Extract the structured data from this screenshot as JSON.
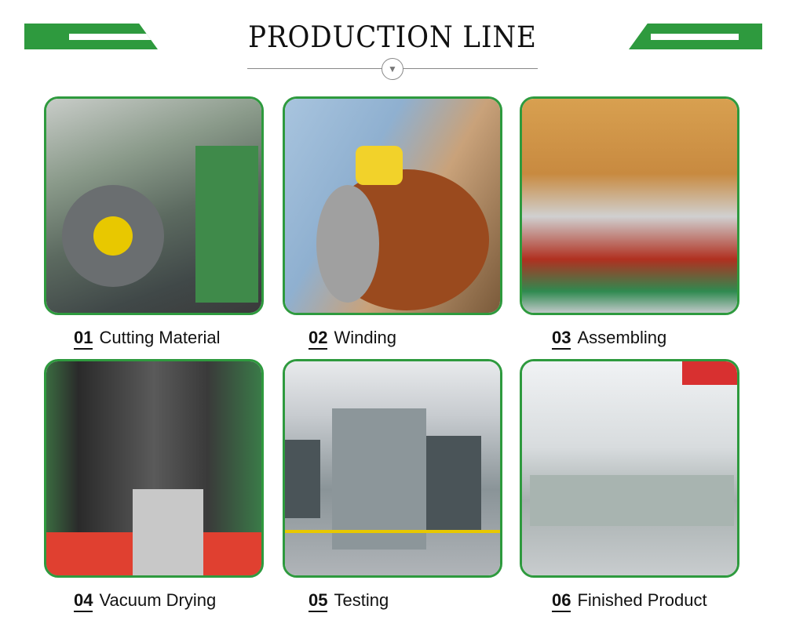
{
  "header": {
    "title": "PRODUCTION LINE",
    "divider_icon": "triangle-down-icon"
  },
  "accent_color": "#2e9a3e",
  "steps": [
    {
      "num": "01",
      "label": "Cutting Material"
    },
    {
      "num": "02",
      "label": "Winding"
    },
    {
      "num": "03",
      "label": "Assembling"
    },
    {
      "num": "04",
      "label": "Vacuum Drying"
    },
    {
      "num": "05",
      "label": "Testing"
    },
    {
      "num": "06",
      "label": "Finished Product"
    }
  ]
}
